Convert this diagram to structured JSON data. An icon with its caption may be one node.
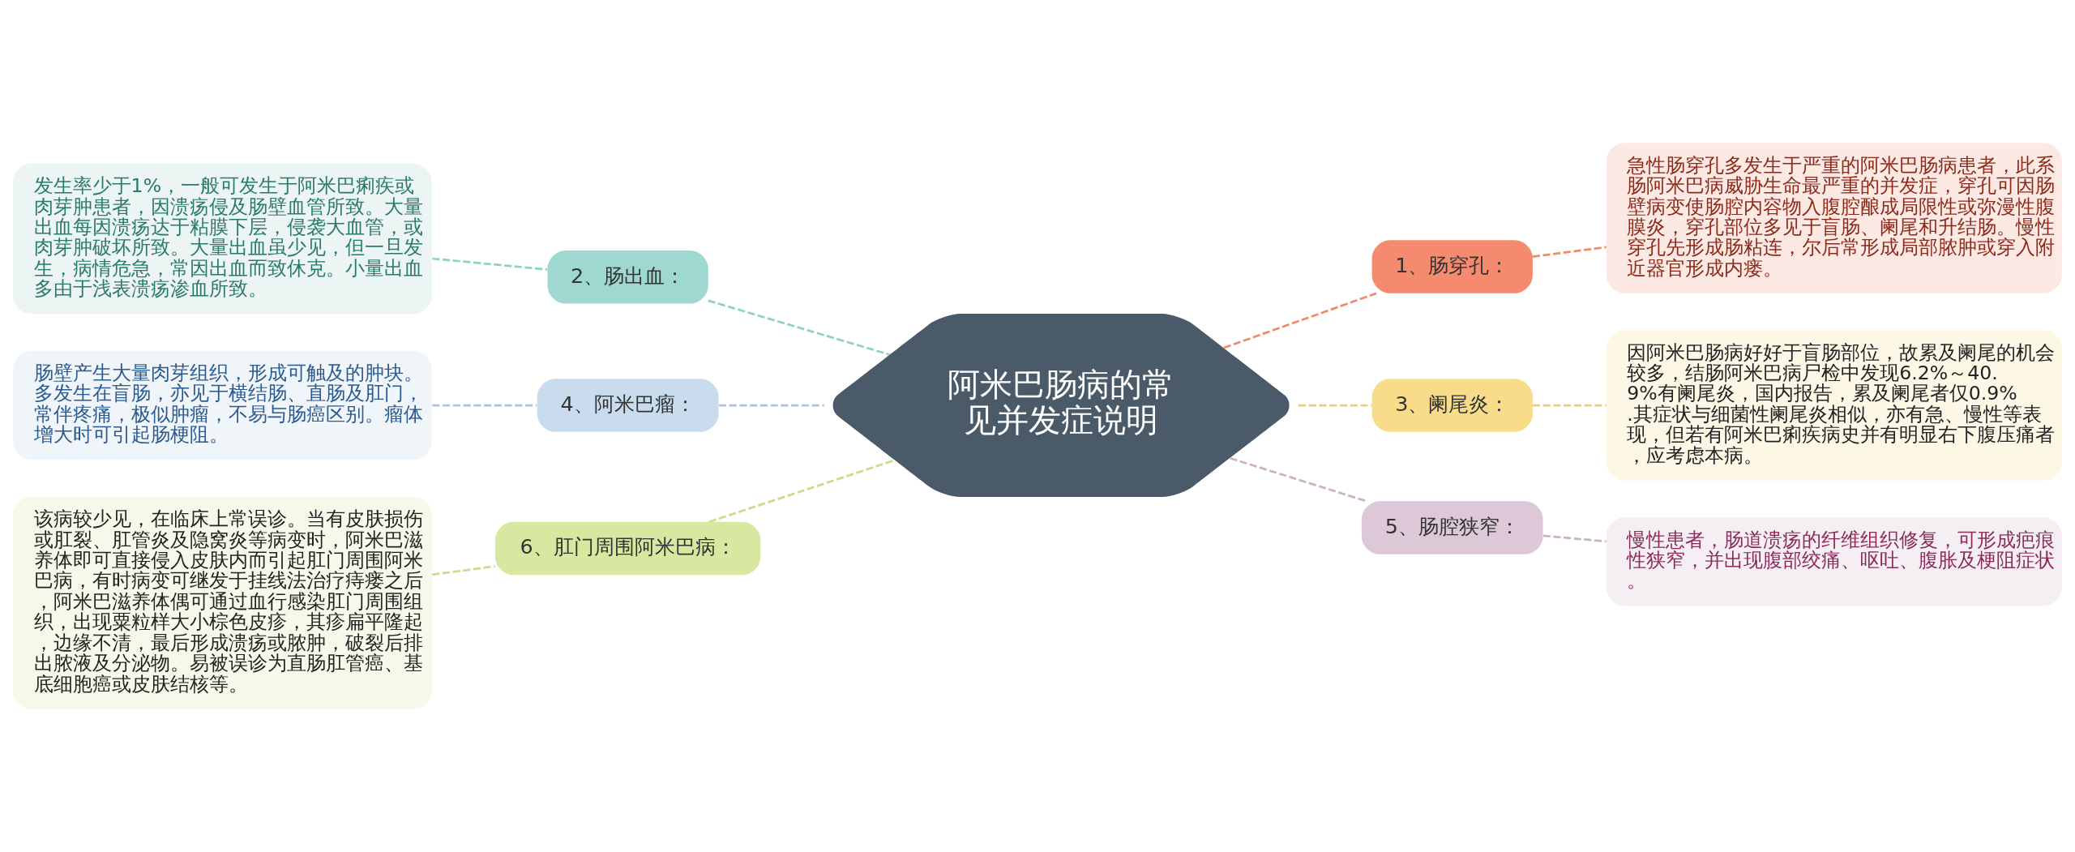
{
  "diagram": {
    "nodes": [
      {
        "text": [
          "阿米巴肠病的常见并发症说明"
        ]
      },
      {
        "text": [
          "1、肠穿孔："
        ]
      },
      {
        "text": [
          "急性肠穿孔多发生于严重的阿米巴肠病患者，此系肠阿米巴病威胁生命最严重的并发症，穿孔可因肠壁病变使肠腔内容物入腹腔酿成局限性或弥漫性腹膜炎，穿孔部位多见于盲肠、阑尾和升结肠。慢性穿孔先形成肠粘连，尔后常形成局部脓肿或穿入附近器官形成内瘘。"
        ]
      },
      {
        "text": [
          "3、阑尾炎："
        ]
      },
      {
        "text": [
          "因阿米巴肠病好好于盲肠部位，故累及阑尾的机会较多，结肠阿米巴病尸检中发现6.2%～40.9%有阑尾炎，国内报告，累及阑尾者仅0.9%.其症状与细菌性阑尾炎相似，亦有急、慢性等表现，但若有阿米巴痢疾病史并有明显右下腹压痛者，应考虑本病。"
        ]
      },
      {
        "text": [
          "5、肠腔狭窄："
        ]
      },
      {
        "text": [
          "慢性患者，肠道溃疡的纤维组织修复，可形成疤痕性狭窄，并出现腹部绞痛、呕吐、腹胀及梗阻症状。"
        ]
      },
      {
        "text": [
          "2、肠出血："
        ]
      },
      {
        "text": [
          "发生率少于1%，一般可发生于阿米巴痢疾或肉芽肿患者，因溃疡侵及肠壁血管所致。大量出血每因溃疡达于粘膜下层，侵袭大血管，或肉芽肿破坏所致。大量出血虽少见，但一旦发生，病情危急，常因出血而致休克。小量出血多由于浅表溃疡渗血所致。"
        ]
      },
      {
        "text": [
          "4、阿米巴瘤："
        ]
      },
      {
        "text": [
          "肠壁产生大量肉芽组织，形成可触及的肿块。多发生在盲肠，亦见于横结肠、直肠及肛门，常伴疼痛，极似肿瘤，不易与肠癌区别。瘤体增大时可引起肠梗阻。"
        ]
      },
      {
        "text": [
          "6、肛门周围阿米巴病："
        ]
      },
      {
        "text": [
          "该病较少见，在临床上常误诊。当有皮肤损伤或肛裂、肛管炎及隐窝炎等病变时，阿米巴滋养体即可直接侵入皮肤内而引起肛门周围阿米巴病，有时病变可继发于挂线法治疗痔瘘之后，阿米巴滋养体偶可通过血行感染肛门周围组织，出现粟粒样大小棕色皮疹，其疹扁平隆起，边缘不清，最后形成溃疡或脓肿，破裂后排出脓液及分泌物。易被误诊为直肠肛管癌、基底细胞癌或皮肤结核等。"
        ]
      }
    ],
    "edges": [
      {
        "from": 0,
        "to": 1,
        "arrow": "none",
        "style": "dashed",
        "color": "#f08a6c"
      },
      {
        "from": 1,
        "to": 2,
        "arrow": "none",
        "style": "dashed",
        "color": "#f08a6c"
      },
      {
        "from": 0,
        "to": 3,
        "arrow": "none",
        "style": "dashed",
        "color": "#e8cf7a"
      },
      {
        "from": 3,
        "to": 4,
        "arrow": "none",
        "style": "dashed",
        "color": "#e8cf7a"
      },
      {
        "from": 0,
        "to": 5,
        "arrow": "none",
        "style": "dashed",
        "color": "#c9b3c3"
      },
      {
        "from": 5,
        "to": 6,
        "arrow": "none",
        "style": "dashed",
        "color": "#c9b3c3"
      },
      {
        "from": 0,
        "to": 7,
        "arrow": "none",
        "style": "dashed",
        "color": "#8fd0c8"
      },
      {
        "from": 7,
        "to": 8,
        "arrow": "none",
        "style": "dashed",
        "color": "#8fd0c8"
      },
      {
        "from": 0,
        "to": 9,
        "arrow": "none",
        "style": "dashed",
        "color": "#a9c4e0"
      },
      {
        "from": 9,
        "to": 10,
        "arrow": "none",
        "style": "dashed",
        "color": "#a9c4e0"
      },
      {
        "from": 0,
        "to": 11,
        "arrow": "none",
        "style": "dashed",
        "color": "#c8dc8c"
      },
      {
        "from": 11,
        "to": 12,
        "arrow": "none",
        "style": "dashed",
        "color": "#c8dc8c"
      }
    ]
  }
}
